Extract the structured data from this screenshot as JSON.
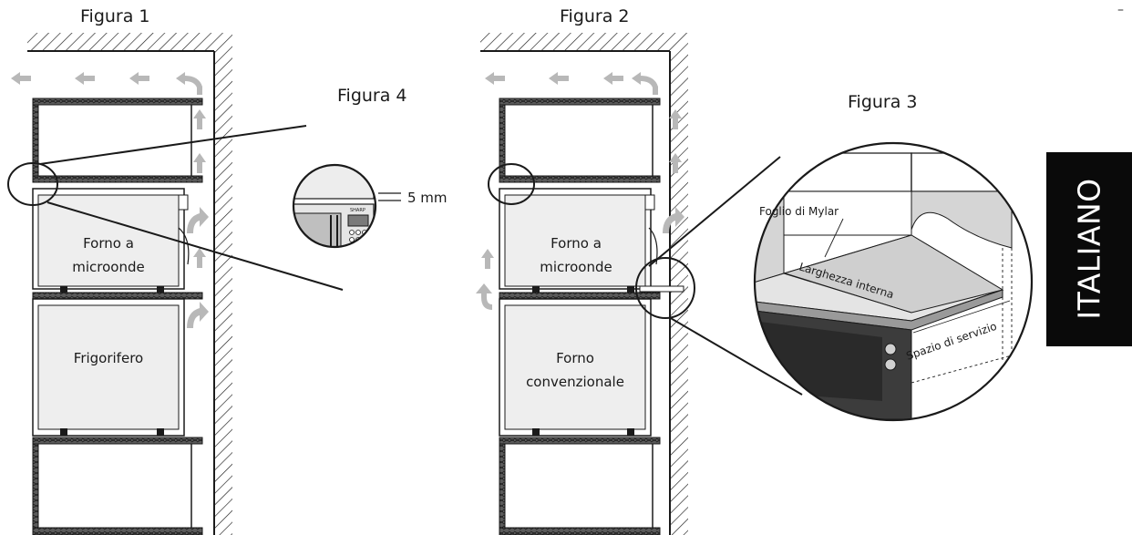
{
  "figures": {
    "fig1": {
      "title": "Figura 1",
      "box_microwave_line1": "Forno a",
      "box_microwave_line2": "microonde",
      "box_fridge": "Frigorifero"
    },
    "fig2": {
      "title": "Figura 2",
      "box_microwave_line1": "Forno a",
      "box_microwave_line2": "microonde",
      "box_oven_line1": "Forno",
      "box_oven_line2": "convenzionale"
    },
    "fig3": {
      "title": "Figura 3",
      "label_mylar": "Foglio di Mylar",
      "label_width": "Larghezza interna",
      "label_service": "Spazio di servizio"
    },
    "fig4": {
      "title": "Figura 4",
      "label_gap": "5 mm",
      "brand": "SHARP"
    }
  },
  "side_tab": {
    "label": "ITALIANO"
  },
  "corner_mark": "–",
  "colors": {
    "line": "#1a1a1a",
    "arrow": "#b8b8b8",
    "appliance_fill": "#eeeeee",
    "panel_fill": "#dcdcdc",
    "oven_front": "#3c3c3c",
    "tab": "#0a0a0a"
  },
  "icons": [
    "airflow-arrow-icon",
    "hatch-wall",
    "magnifier-circle",
    "control-knob-icon"
  ]
}
